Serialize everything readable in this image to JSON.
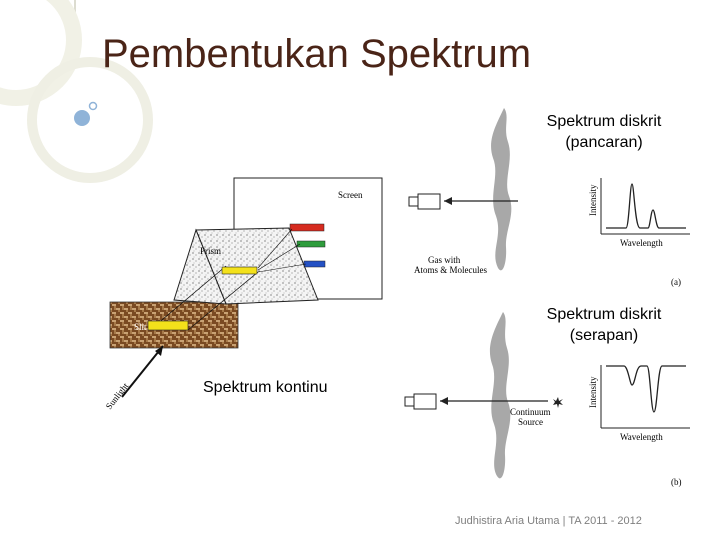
{
  "slide": {
    "title": "Pembentukan Spektrum",
    "footer": "Judhistira Aria Utama | TA 2011 - 2012"
  },
  "labels": {
    "discrete_emission": [
      "Spektrum diskrit",
      "(pancaran)"
    ],
    "discrete_absorption": [
      "Spektrum diskrit",
      "(serapan)"
    ],
    "continuous": "Spektrum kontinu"
  },
  "prism_figure": {
    "screen": "Screen",
    "prism": "Prism",
    "slit": "Slit",
    "sunlight": "Sunlight"
  },
  "emission_figure": {
    "gas_line1": "Gas with",
    "gas_line2": "Atoms & Molecules",
    "y_axis": "Intensity",
    "x_axis": "Wavelength",
    "panel_tag": "(a)"
  },
  "absorption_figure": {
    "source_line1": "Continuum",
    "source_line2": "Source",
    "y_axis": "Intensity",
    "x_axis": "Wavelength",
    "panel_tag": "(b)"
  },
  "colors": {
    "title": "#4a2417",
    "footer": "#7f7f7f",
    "deco_ring": "#eeeee2",
    "spectrum_red": "#d62b1f",
    "spectrum_green": "#2e9c3c",
    "spectrum_blue": "#2451c4",
    "slit_yellow": "#f3e11b",
    "gas_cloud": "#a8a8a8"
  }
}
